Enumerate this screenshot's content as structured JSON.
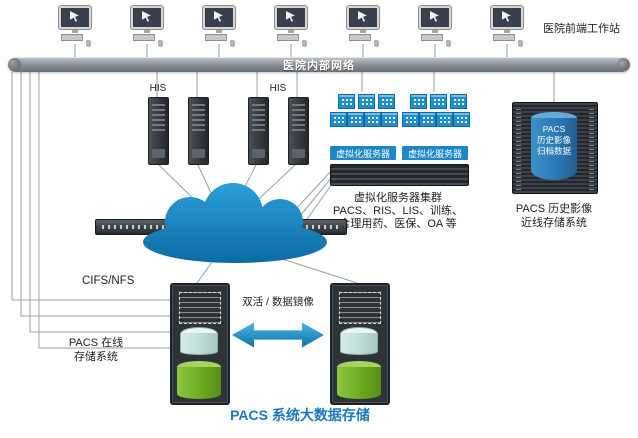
{
  "labels": {
    "workstations": "医院前端工作站",
    "network": "医院内部网络",
    "his1": "HIS",
    "his2": "HIS",
    "virt1": "虚拟化服务器",
    "virt2": "虚拟化服务器",
    "cluster_line1": "虚拟化服务器集群",
    "cluster_line2": "PACS、RIS、LIS、训练、",
    "cluster_line3": "合理用药、医保、OA 等",
    "archive_line1": "PACS",
    "archive_line2": "历史影像",
    "archive_line3": "归档数据",
    "archive_caption1": "PACS 历史影像",
    "archive_caption2": "近线存储系统",
    "cifs": "CIFS/NFS",
    "online_line1": "PACS 在线",
    "online_line2": "存储系统",
    "mirror": "双活 / 数据镜像",
    "title": "PACS 系统大数据存储"
  },
  "icons": {
    "workstation-icon": "monitor with cursor, keyboard and mouse (CSS shapes)",
    "tower-server-icon": "dark tower server with vent slots (CSS)",
    "vm-server-icon": "blue cube server with dot grid (CSS)",
    "switch-icon": "dark rack switch with port dots (CSS)",
    "cloud-icon": "blue network cloud (inline SVG)",
    "storage-array-icon": "striped dark storage chassis (CSS)",
    "disk-cylinder-icon": "database cylinder (CSS)",
    "double-arrow-icon": "blue double-headed arrow (CSS clip-path)"
  },
  "colors": {
    "accent_blue": "#1487c6",
    "title_blue": "#1b79bd",
    "label_bar_blue": "#1c86c8",
    "vm_blue": "#1f8fce",
    "cylinder_blue": "#2c7cb8",
    "green_cylinder": "#6fae23",
    "teal_cylinder": "#bfe0d8",
    "chassis_dark": "#2e3338",
    "network_bar_gray": "#868c93",
    "line_gray": "#97a0a8"
  }
}
